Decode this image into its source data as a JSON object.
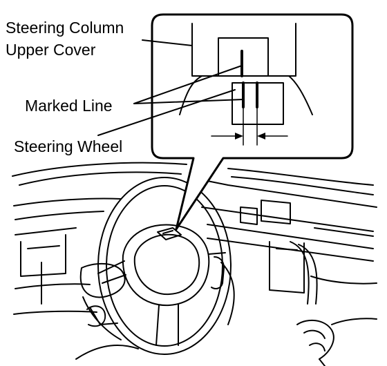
{
  "labels": {
    "column_line1": "Steering Column",
    "column_line2": "Upper Cover",
    "marked_line": "Marked Line",
    "steering_wheel": "Steering Wheel"
  },
  "colors": {
    "ink": "#000000",
    "paper": "#ffffff"
  }
}
